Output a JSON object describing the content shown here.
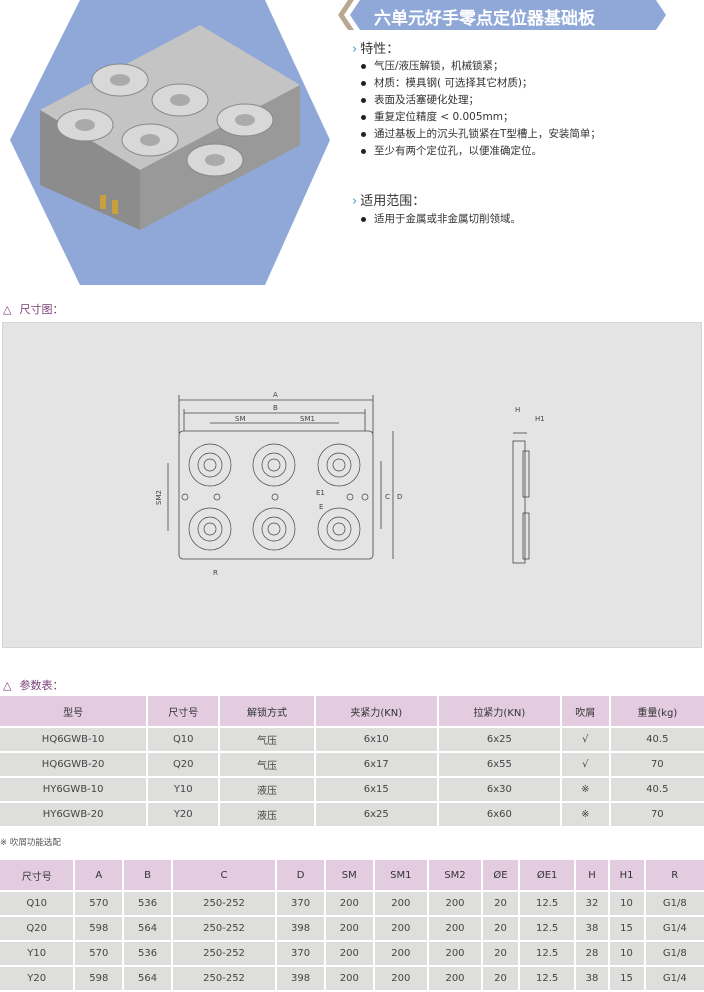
{
  "title": "六单元好手零点定位器基础板",
  "features": {
    "heading": "特性：",
    "items": [
      "气压/液压解锁，机械锁紧；",
      "材质：模具钢( 可选择其它材质)；",
      "表面及活塞硬化处理；",
      "重复定位精度 < 0.005mm；",
      "通过基板上的沉头孔锁紧在T型槽上，安装简单；",
      "至少有两个定位孔，以便准确定位。"
    ]
  },
  "scope": {
    "heading": "适用范围：",
    "items": [
      "适用于金属或非金属切削领域。"
    ]
  },
  "dimension_drawing": {
    "label": "尺寸图：",
    "labels": {
      "A": "A",
      "B": "B",
      "SM": "SM",
      "SM1": "SM1",
      "SM2": "SM2",
      "C": "C",
      "D": "D",
      "R": "R",
      "H": "H",
      "H1": "H1",
      "E": "E",
      "E1": "E1"
    }
  },
  "params": {
    "label": "参数表：",
    "headers": [
      "型号",
      "尺寸号",
      "解锁方式",
      "夹紧力(KN)",
      "拉紧力(KN)",
      "吹屑",
      "重量(kg)"
    ],
    "rows": [
      [
        "HQ6GWB-10",
        "Q10",
        "气压",
        "6x10",
        "6x25",
        "√",
        "40.5"
      ],
      [
        "HQ6GWB-20",
        "Q20",
        "气压",
        "6x17",
        "6x55",
        "√",
        "70"
      ],
      [
        "HY6GWB-10",
        "Y10",
        "液压",
        "6x15",
        "6x30",
        "※",
        "40.5"
      ],
      [
        "HY6GWB-20",
        "Y20",
        "液压",
        "6x25",
        "6x60",
        "※",
        "70"
      ]
    ],
    "note": "※ 吹屑功能选配"
  },
  "dims": {
    "headers": [
      "尺寸号",
      "A",
      "B",
      "C",
      "D",
      "SM",
      "SM1",
      "SM2",
      "ØE",
      "ØE1",
      "H",
      "H1",
      "R"
    ],
    "rows": [
      [
        "Q10",
        "570",
        "536",
        "250-252",
        "370",
        "200",
        "200",
        "200",
        "20",
        "12.5",
        "32",
        "10",
        "G1/8"
      ],
      [
        "Q20",
        "598",
        "564",
        "250-252",
        "398",
        "200",
        "200",
        "200",
        "20",
        "12.5",
        "38",
        "15",
        "G1/4"
      ],
      [
        "Y10",
        "570",
        "536",
        "250-252",
        "370",
        "200",
        "200",
        "200",
        "20",
        "12.5",
        "28",
        "10",
        "G1/8"
      ],
      [
        "Y20",
        "598",
        "564",
        "250-252",
        "398",
        "200",
        "200",
        "200",
        "20",
        "12.5",
        "38",
        "15",
        "G1/4"
      ]
    ]
  },
  "colors": {
    "banner": "#8fa8d8",
    "accent": "#7a3f78",
    "header": "#e3cce0",
    "cell": "#dededc"
  }
}
